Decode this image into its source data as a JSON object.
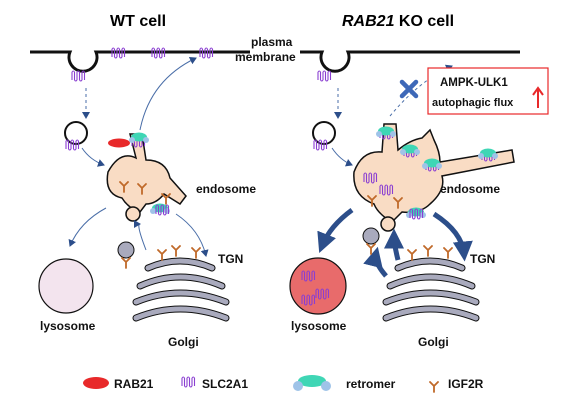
{
  "titles": {
    "left": "WT  cell",
    "right_gene": "RAB21",
    "right_rest": " KO cell"
  },
  "membrane_label_1": "plasma",
  "membrane_label_2": "membrane",
  "box": {
    "line1": "AMPK-ULK1",
    "line2": "autophagic flux",
    "color": "#e8292a"
  },
  "left": {
    "endosome": "endosome",
    "lysosome": "lysosome",
    "tgn": "TGN",
    "golgi": "Golgi"
  },
  "right": {
    "endosome": "endosome",
    "lysosome": "lysosome",
    "tgn": "TGN",
    "golgi": "Golgi"
  },
  "legend": [
    {
      "label": "RAB21",
      "icon": "red-oval-icon",
      "color": "#e8292a"
    },
    {
      "label": "SLC2A1",
      "icon": "transporter-icon",
      "color": "#8a3fd1"
    },
    {
      "label": "retromer",
      "icon": "retromer-icon",
      "color": "#3fd6b5"
    },
    {
      "label": "IGF2R",
      "icon": "receptor-icon",
      "color": "#c06a2a"
    }
  ],
  "colors": {
    "endosome_fill": "#f9dcc4",
    "lysosome_wt": "#f3e4ee",
    "lysosome_ko": "#e86b6b",
    "golgi_fill": "#a9aabd",
    "arrow_blue": "#2c4e8a",
    "membrane": "#111111"
  }
}
